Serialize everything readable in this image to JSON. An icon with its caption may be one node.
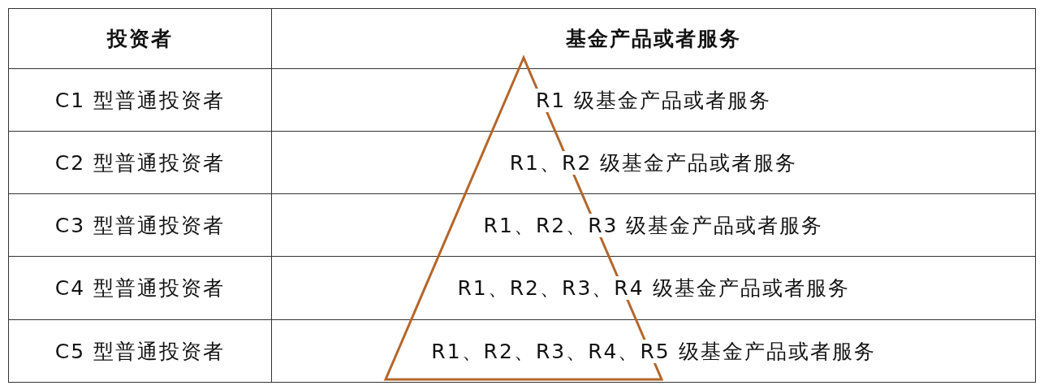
{
  "diagram": {
    "nodes": [
      {
        "text": [],
        "shape": "triangle"
      }
    ],
    "labels": [
      "投资者",
      "基金产品或者服务",
      "C1 型普通投资者",
      "R1 级基金产品或者服务",
      "C2 型普通投资者",
      "R1、R2 级基金产品或者服务",
      "C3 型普通投资者",
      "R1、R2、R3 级基金产品或者服务",
      "C4 型普通投资者",
      "R1、R2、R3、R4 级基金产品或者服务",
      "C5 型普通投资者",
      "R1、R2、R3、R4、R5 级基金产品或者服务"
    ]
  }
}
